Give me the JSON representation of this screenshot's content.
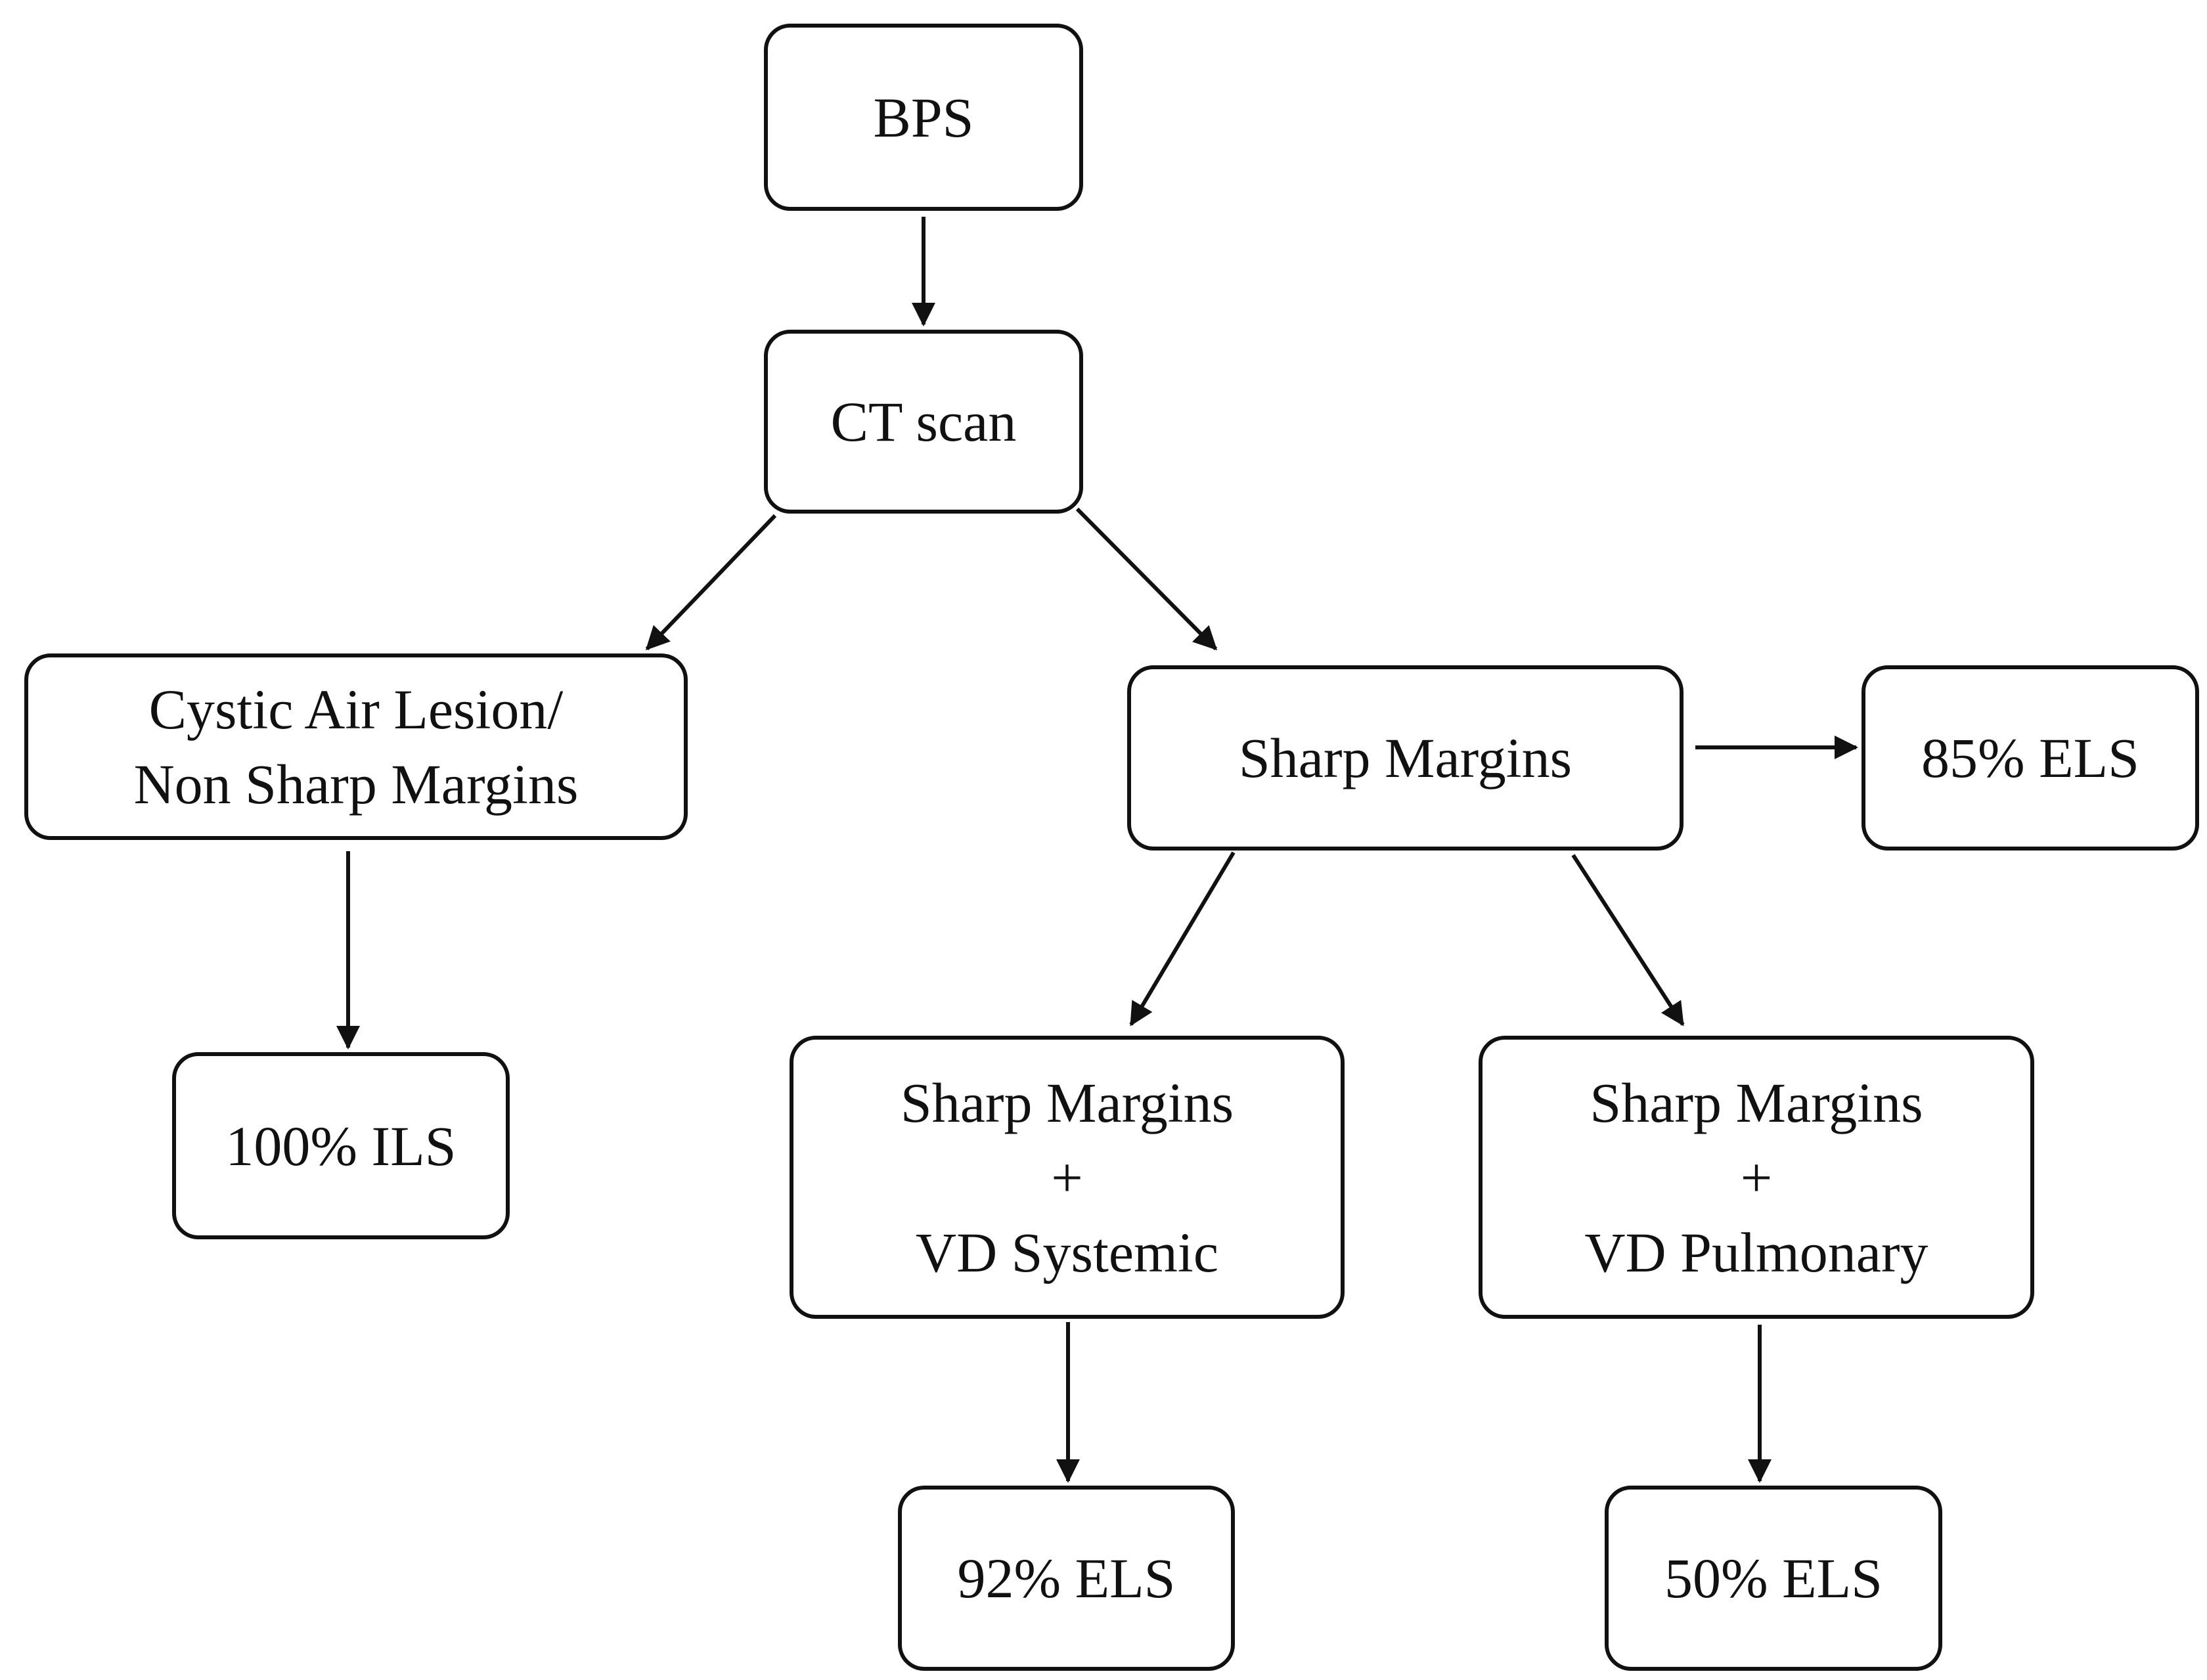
{
  "nodes": {
    "bps": {
      "lines": [
        "BPS"
      ]
    },
    "ct_scan": {
      "lines": [
        "CT scan"
      ]
    },
    "cystic_air": {
      "lines": [
        "Cystic Air Lesion/",
        "Non Sharp Margins"
      ]
    },
    "sharp_margins": {
      "lines": [
        "Sharp Margins"
      ]
    },
    "els_85": {
      "lines": [
        "85% ELS"
      ]
    },
    "ils_100": {
      "lines": [
        "100% ILS"
      ]
    },
    "vd_systemic": {
      "lines": [
        "Sharp Margins",
        "+",
        "VD Systemic"
      ]
    },
    "vd_pulmonary": {
      "lines": [
        "Sharp Margins",
        "+",
        "VD Pulmonary"
      ]
    },
    "els_92": {
      "lines": [
        "92% ELS"
      ]
    },
    "els_50": {
      "lines": [
        "50% ELS"
      ]
    }
  },
  "edges": [
    {
      "from": "bps",
      "to": "ct_scan"
    },
    {
      "from": "ct_scan",
      "to": "cystic_air"
    },
    {
      "from": "ct_scan",
      "to": "sharp_margins"
    },
    {
      "from": "sharp_margins",
      "to": "els_85"
    },
    {
      "from": "cystic_air",
      "to": "ils_100"
    },
    {
      "from": "sharp_margins",
      "to": "vd_systemic"
    },
    {
      "from": "sharp_margins",
      "to": "vd_pulmonary"
    },
    {
      "from": "vd_systemic",
      "to": "els_92"
    },
    {
      "from": "vd_pulmonary",
      "to": "els_50"
    }
  ]
}
